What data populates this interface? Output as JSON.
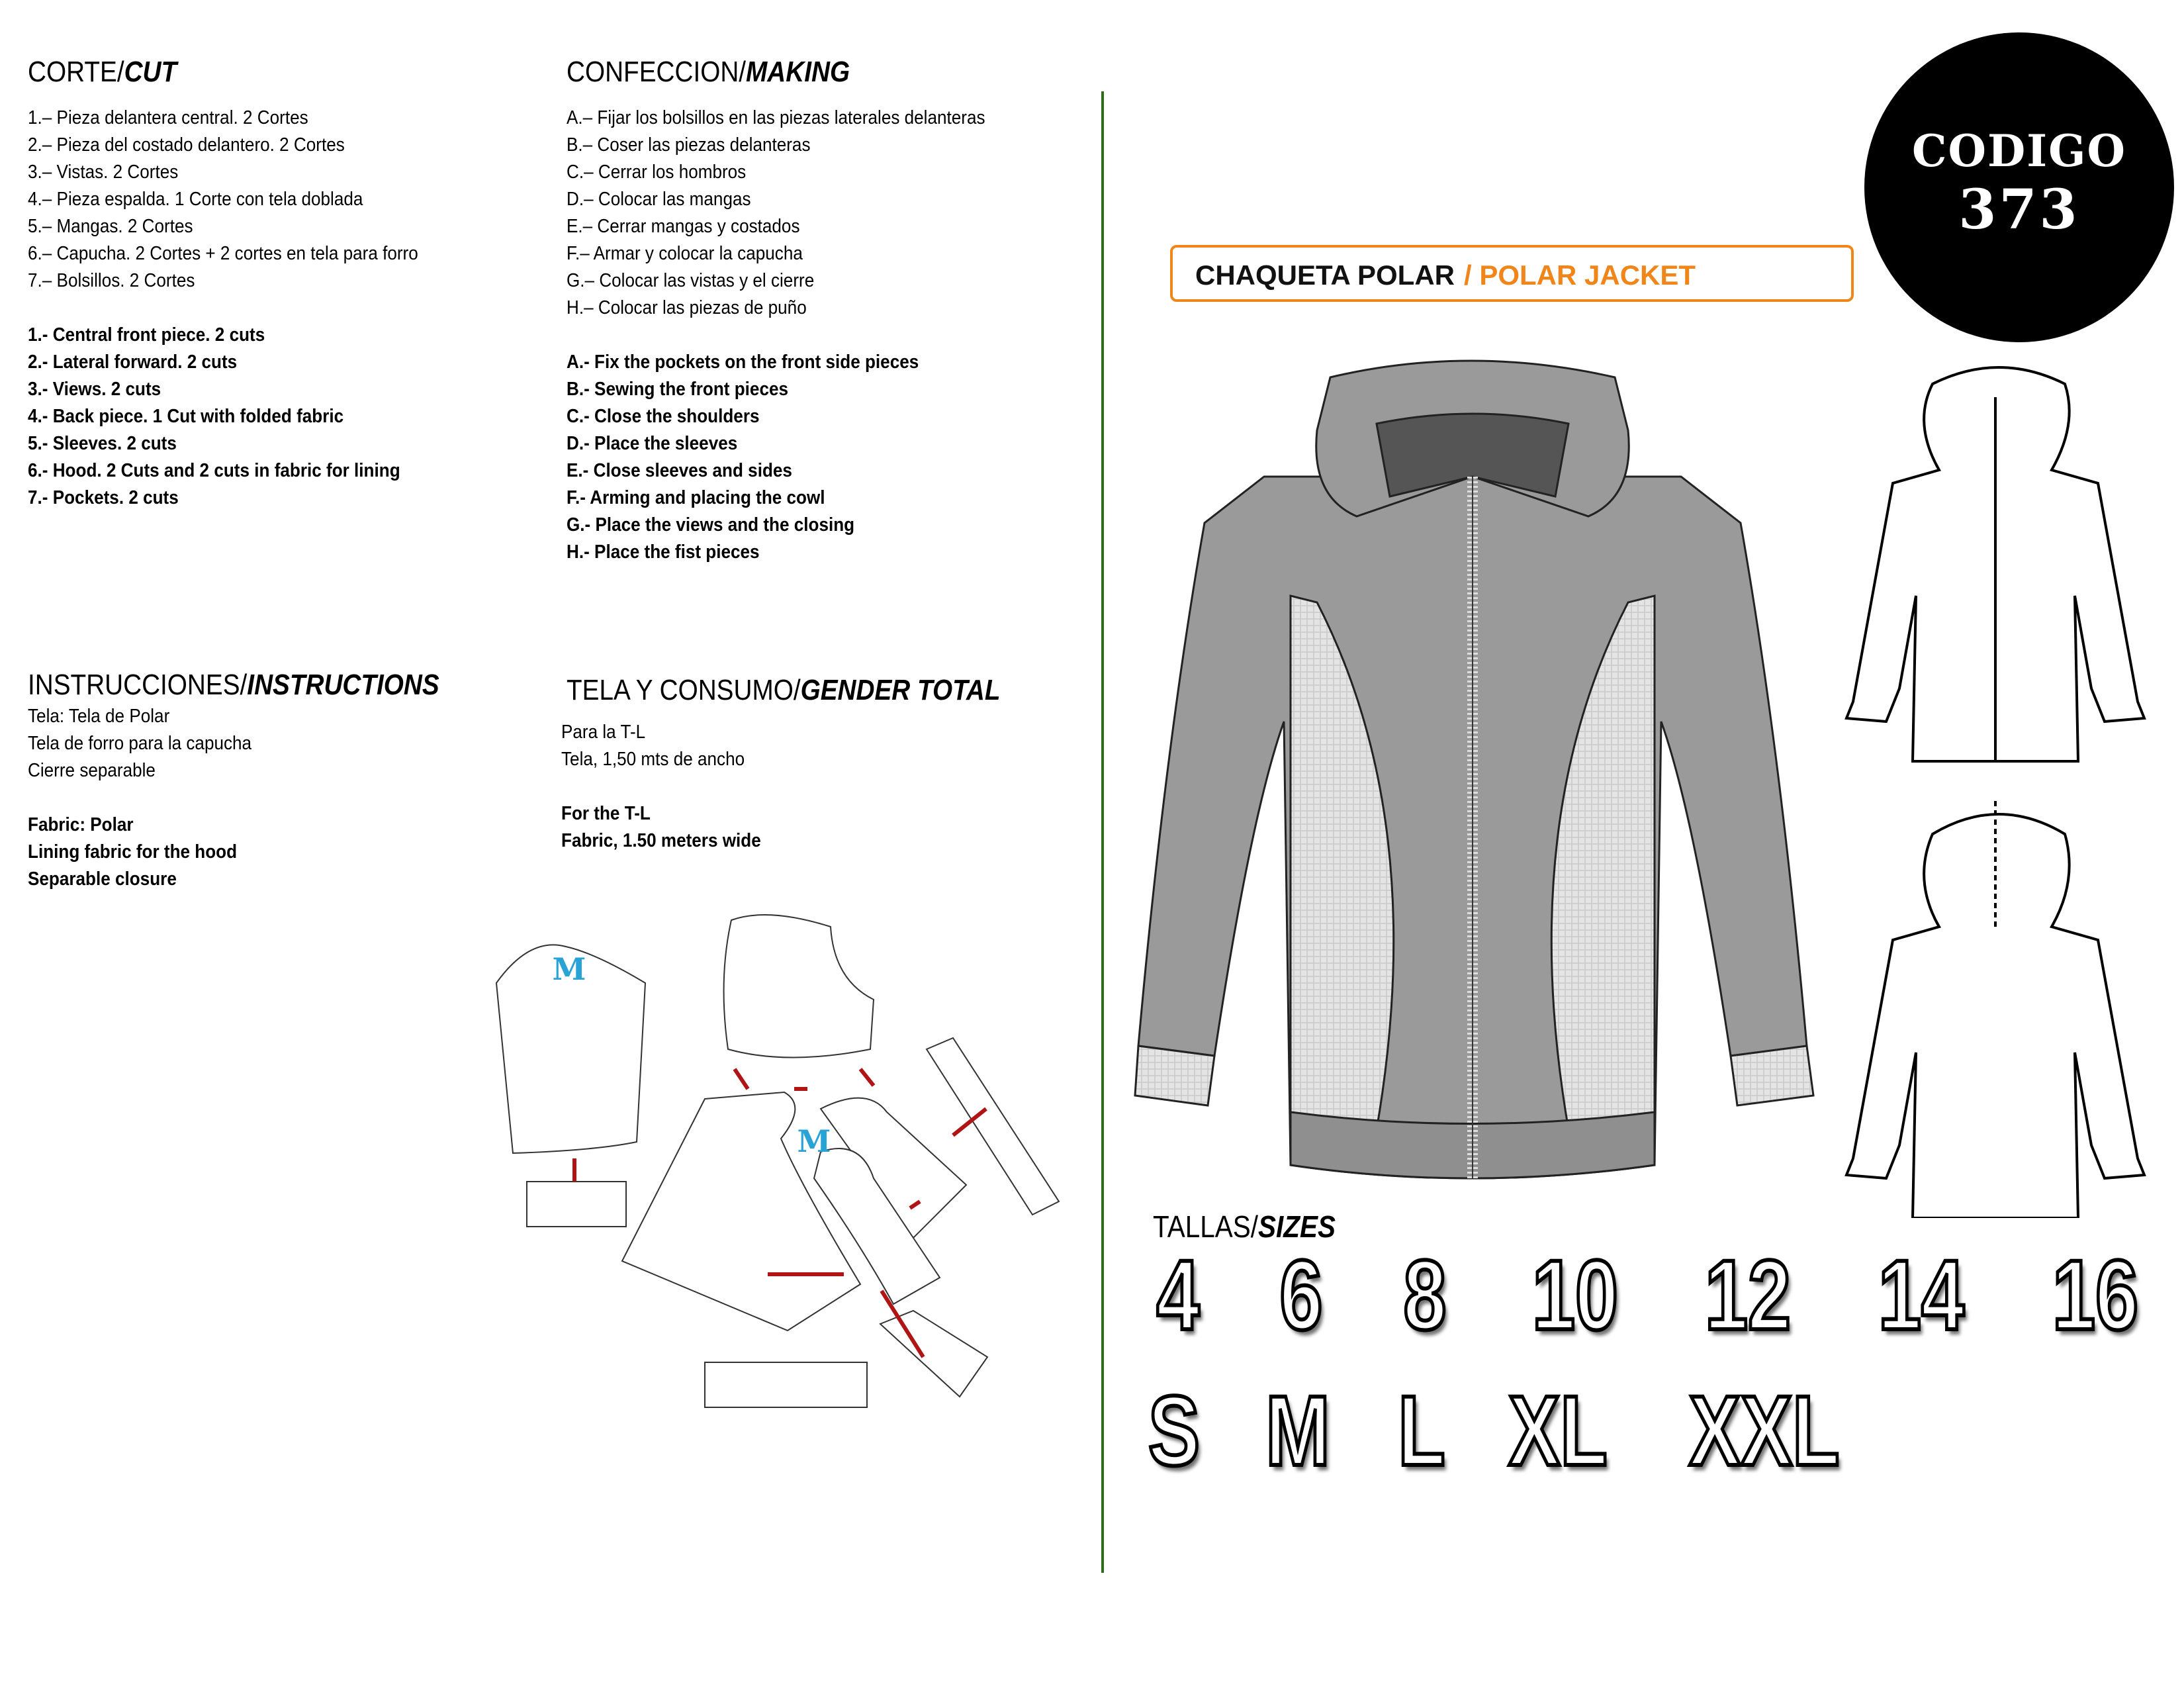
{
  "cut": {
    "title": "CORTE/",
    "title_en": "CUT",
    "items_es": [
      "1.– Pieza delantera central. 2 Cortes",
      "2.– Pieza del costado delantero. 2 Cortes",
      "3.– Vistas. 2 Cortes",
      "4.– Pieza espalda. 1 Corte con tela doblada",
      "5.– Mangas. 2 Cortes",
      "6.– Capucha. 2 Cortes + 2 cortes en tela para forro",
      "7.– Bolsillos. 2 Cortes"
    ],
    "items_en": [
      "1.- Central front piece. 2 cuts",
      "2.- Lateral forward. 2 cuts",
      "3.- Views. 2 cuts",
      "4.- Back piece. 1 Cut with folded fabric",
      "5.- Sleeves. 2 cuts",
      "6.- Hood. 2 Cuts and 2 cuts in fabric for lining",
      "7.- Pockets. 2 cuts"
    ]
  },
  "making": {
    "title": "CONFECCION/",
    "title_en": "MAKING",
    "items_es": [
      "A.– Fijar los bolsillos en las piezas laterales delanteras",
      "B.– Coser las piezas delanteras",
      "C.– Cerrar los hombros",
      "D.– Colocar las mangas",
      "E.– Cerrar mangas y costados",
      "F.– Armar y colocar la capucha",
      "G.– Colocar las vistas y el cierre",
      "H.– Colocar las piezas de puño"
    ],
    "items_en": [
      "A.- Fix the pockets on the front side pieces",
      "B.- Sewing the front pieces",
      "C.- Close the shoulders",
      "D.- Place the sleeves",
      "E.- Close sleeves and sides",
      "F.- Arming and placing the cowl",
      "G.- Place the views and the closing",
      "H.- Place the fist pieces"
    ]
  },
  "instructions": {
    "title": "INSTRUCCIONES/",
    "title_en": "INSTRUCTIONS",
    "items_es": [
      "Tela: Tela de Polar",
      "Tela de forro para la capucha",
      "Cierre separable"
    ],
    "items_en": [
      "Fabric: Polar",
      "Lining fabric for the hood",
      "Separable closure"
    ]
  },
  "fabric": {
    "title": "TELA Y CONSUMO/",
    "title_en": "GENDER TOTAL",
    "items_es": [
      "Para la T-L",
      "Tela, 1,50 mts de ancho"
    ],
    "items_en": [
      "For the T-L",
      "Fabric, 1.50 meters wide"
    ]
  },
  "code": {
    "label": "CODIGO",
    "number": "373"
  },
  "product": {
    "name_es": "CHAQUETA POLAR",
    "name_en": "/ POLAR JACKET",
    "accent": "#f0861a"
  },
  "pattern": {
    "size_mark": "M"
  },
  "sizes": {
    "title": "TALLAS/",
    "title_en": "SIZES",
    "numbers": [
      "4",
      "6",
      "8",
      "10",
      "12",
      "14",
      "16"
    ],
    "letters": [
      "S",
      "M",
      "L",
      "XL",
      "XXL"
    ]
  }
}
